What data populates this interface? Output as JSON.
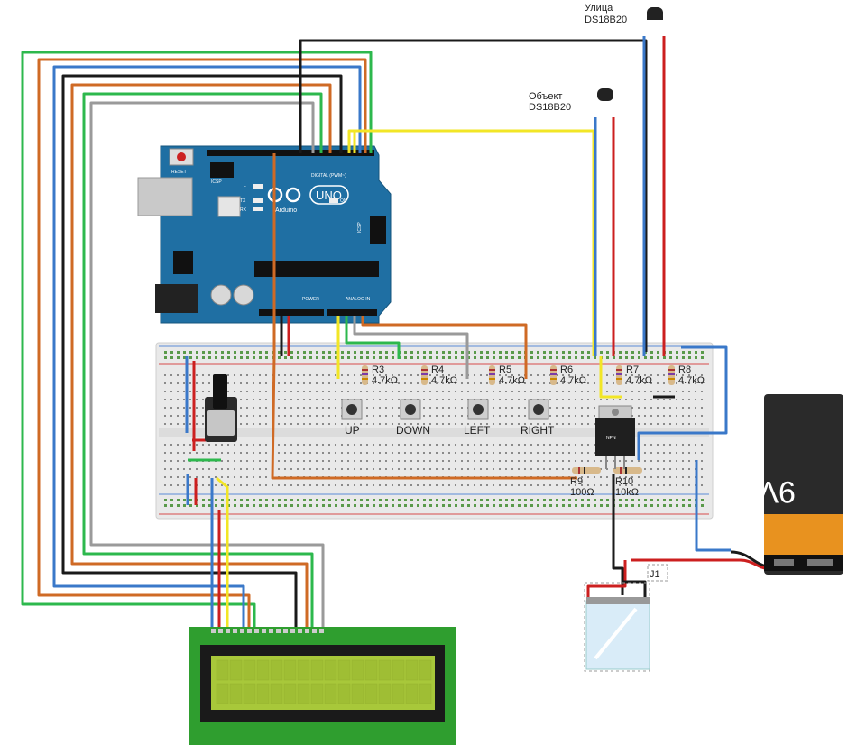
{
  "sensors": {
    "street": {
      "name": "Улица",
      "model": "DS18B20"
    },
    "object": {
      "name": "Объект",
      "model": "DS18B20"
    }
  },
  "arduino": {
    "brand": "Arduino",
    "model": "UNO",
    "reset": "RESET",
    "icsp": "ICSP",
    "icsp2": "ICSP",
    "digital": "DIGITAL (PWM~)",
    "analog": "ANALOG IN",
    "power": "POWER",
    "on": "ON",
    "l": "L",
    "tx": "TX",
    "rx": "RX"
  },
  "resistors": [
    {
      "name": "R3",
      "value": "4.7kΩ"
    },
    {
      "name": "R4",
      "value": "4.7kΩ"
    },
    {
      "name": "R5",
      "value": "4.7kΩ"
    },
    {
      "name": "R6",
      "value": "4.7kΩ"
    },
    {
      "name": "R7",
      "value": "4.7kΩ"
    },
    {
      "name": "R8",
      "value": "4.7kΩ"
    },
    {
      "name": "R9",
      "value": "100Ω"
    },
    {
      "name": "R10",
      "value": "10kΩ"
    }
  ],
  "buttons": [
    "UP",
    "DOWN",
    "LEFT",
    "RIGHT"
  ],
  "transistor": {
    "label": "NPN"
  },
  "battery": {
    "label": "9V"
  },
  "connector": {
    "label": "J1"
  },
  "colors": {
    "black": "#1a1a1a",
    "red": "#cc1f1f",
    "blue": "#3a78c9",
    "green": "#2db84d",
    "orange": "#cf6a25",
    "gray": "#9a9a9a",
    "yellow": "#f2e626",
    "board": "#1f6fa3",
    "lcd_pcb": "#2f9e2f",
    "lcd_screen": "#a8c83a"
  }
}
